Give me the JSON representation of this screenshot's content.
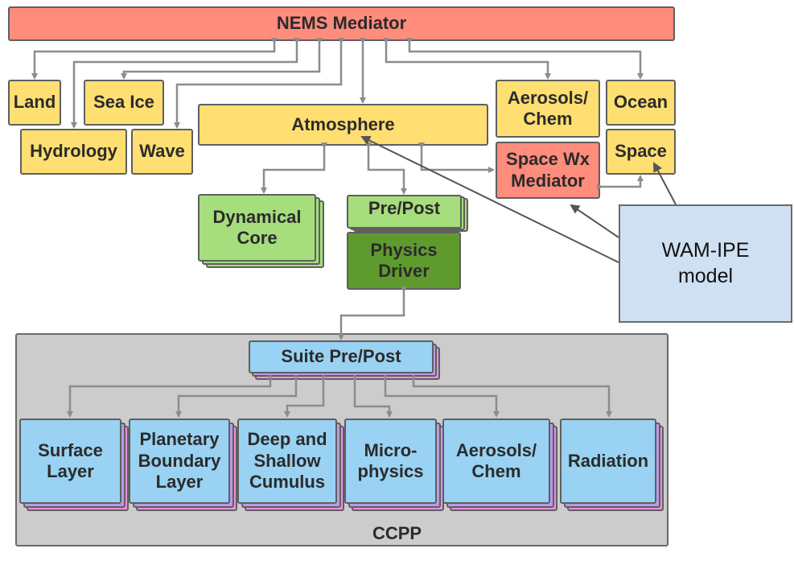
{
  "diagram": {
    "mediator": "NEMS Mediator",
    "components": {
      "land": "Land",
      "sea_ice": "Sea Ice",
      "hydrology": "Hydrology",
      "wave": "Wave",
      "atmosphere": "Atmosphere",
      "aerosols_chem": "Aerosols/\nChem",
      "ocean": "Ocean",
      "space_wx_mediator": "Space Wx\nMediator",
      "space": "Space"
    },
    "atmosphere_parts": {
      "dynamical_core": "Dynamical\nCore",
      "pre_post": "Pre/Post",
      "physics_driver": "Physics\nDriver"
    },
    "external_model": "WAM-IPE\nmodel",
    "ccpp": {
      "label": "CCPP",
      "suite_pre_post": "Suite Pre/Post",
      "schemes": [
        "Surface\nLayer",
        "Planetary\nBoundary\nLayer",
        "Deep and\nShallow\nCumulus",
        "Micro-\nphysics",
        "Aerosols/\nChem",
        "Radiation"
      ]
    },
    "colors": {
      "mediator": "#ff8c7c",
      "component": "#ffdf72",
      "dycore": "#a6dd7d",
      "physics_driver": "#5f9a2f",
      "scheme": "#99d2f2",
      "ccpp_bg": "#cccccc",
      "external": "#cfe0f3",
      "stack_purple": "#b59ce6",
      "stack_pink": "#ee90de",
      "connector": "#8c8c8c"
    }
  }
}
